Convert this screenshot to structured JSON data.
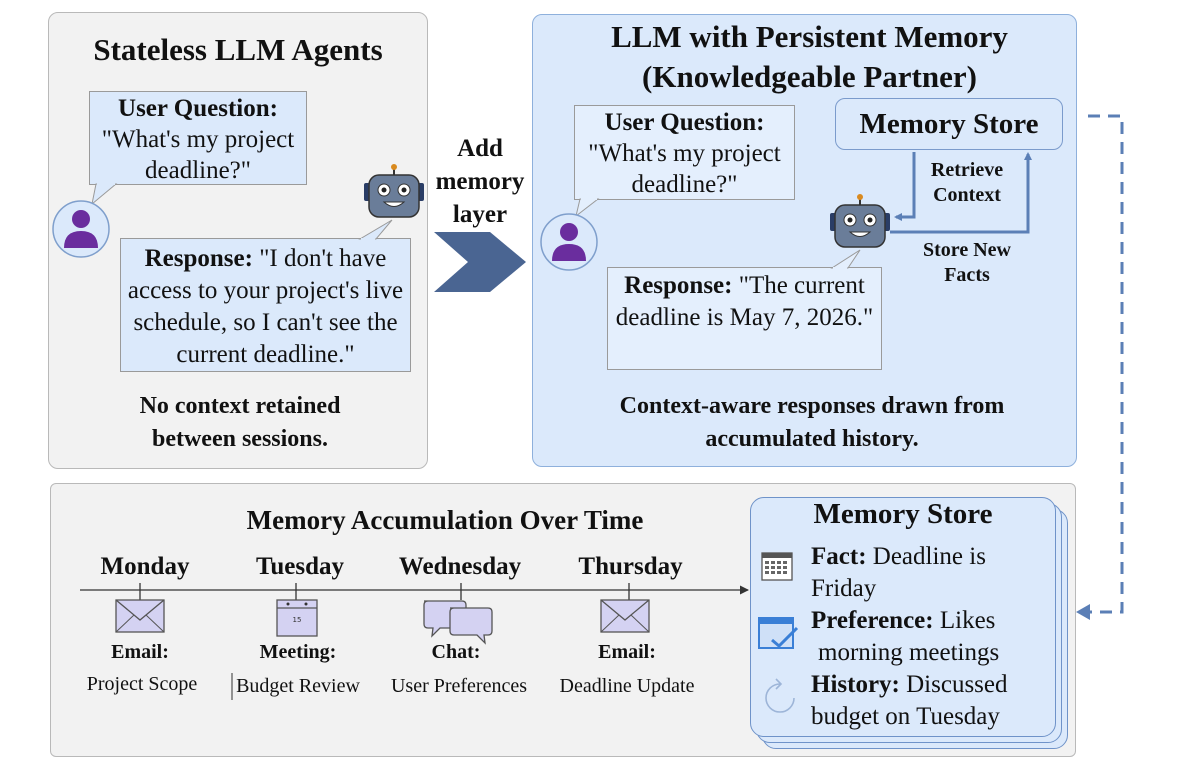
{
  "left_panel": {
    "title": "Stateless LLM Agents",
    "user_q_label": "User Question:",
    "user_q_text": "\"What's my project deadline?\"",
    "resp_label": "Response:",
    "resp_text": "\"I don't have access to your project's live schedule, so I can't see the current deadline.\"",
    "caption_line1": "No context retained",
    "caption_line2": "between sessions."
  },
  "transition": {
    "line1": "Add",
    "line2": "memory",
    "line3": "layer"
  },
  "right_panel": {
    "title_line1": "LLM with Persistent Memory",
    "title_line2": "(Knowledgeable Partner)",
    "user_q_label": "User Question:",
    "user_q_text": "\"What's my project deadline?\"",
    "memory_store_label": "Memory Store",
    "retrieve_line1": "Retrieve",
    "retrieve_line2": "Context",
    "store_line1": "Store New",
    "store_line2": "Facts",
    "resp_label": "Response:",
    "resp_text": "\"The current deadline is May 7, 2026.\"",
    "caption_line1": "Context-aware responses drawn from",
    "caption_line2": "accumulated history."
  },
  "bottom_panel": {
    "title": "Memory Accumulation Over Time",
    "timeline": [
      {
        "day": "Monday",
        "type": "Email:",
        "name": "Project Scope",
        "icon": "envelope-icon"
      },
      {
        "day": "Tuesday",
        "type": "Meeting:",
        "name": "Budget Review",
        "icon": "calendar-icon",
        "calendar_day": "15"
      },
      {
        "day": "Wednesday",
        "type": "Chat:",
        "name": "User Preferences",
        "icon": "chat-bubbles-icon"
      },
      {
        "day": "Thursday",
        "type": "Email:",
        "name": "Deadline Update",
        "icon": "envelope-icon"
      }
    ]
  },
  "memory_store_card": {
    "title": "Memory Store",
    "items": [
      {
        "label": "Fact:",
        "text_line1": " Deadline is",
        "text_line2": "Friday",
        "icon": "calendar-grid-icon"
      },
      {
        "label": "Preference:",
        "text_line1": " Likes",
        "text_line2": "morning meetings",
        "icon": "window-check-icon"
      },
      {
        "label": "History:",
        "text_line1": " Discussed",
        "text_line2": "budget on Tuesday",
        "icon": "refresh-icon"
      }
    ]
  },
  "colors": {
    "panel_grey": "#f2f2f2",
    "panel_blue": "#dbe9fb",
    "accent_blue": "#5b7fb6",
    "chevron": "#4a6592",
    "user_avatar": "#6a2d9e",
    "robot_face": "#6a7d99"
  }
}
